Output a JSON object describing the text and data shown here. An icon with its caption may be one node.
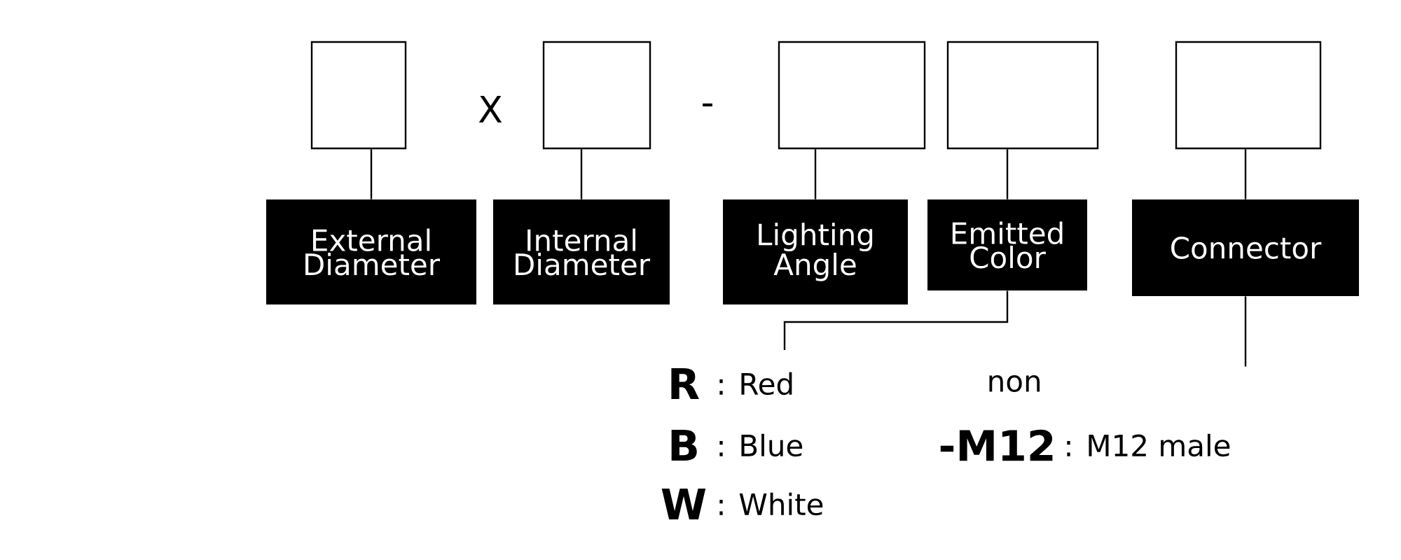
{
  "diagram": {
    "nodes": [
      {
        "text": [],
        "shape": "box"
      },
      {
        "text": [],
        "shape": "box"
      },
      {
        "text": [],
        "shape": "box"
      },
      {
        "text": [],
        "shape": "box"
      },
      {
        "text": [],
        "shape": "box"
      },
      {
        "text": [
          "External Diameter"
        ]
      },
      {
        "text": [
          "Internal Diameter"
        ]
      },
      {
        "text": [
          "Lighting Angle"
        ]
      },
      {
        "text": [
          "Emitted Color"
        ]
      },
      {
        "text": [
          "Connector"
        ]
      },
      {
        "text": [
          "R",
          ": Red",
          "B",
          ": Blue",
          "W",
          ": White"
        ]
      },
      {
        "text": [
          "non",
          "-M12",
          ": M12 male"
        ]
      }
    ],
    "edges": [
      {
        "from": 0,
        "to": 5,
        "arrow": "none"
      },
      {
        "from": 1,
        "to": 6,
        "arrow": "none"
      },
      {
        "from": 2,
        "to": 7,
        "arrow": "none"
      },
      {
        "from": 3,
        "to": 8,
        "arrow": "none"
      },
      {
        "from": 4,
        "to": 9,
        "arrow": "none"
      },
      {
        "from": 8,
        "to": 10,
        "arrow": "none"
      },
      {
        "from": 9,
        "to": 11,
        "arrow": "none"
      }
    ],
    "labels": [
      "X",
      "-"
    ]
  }
}
